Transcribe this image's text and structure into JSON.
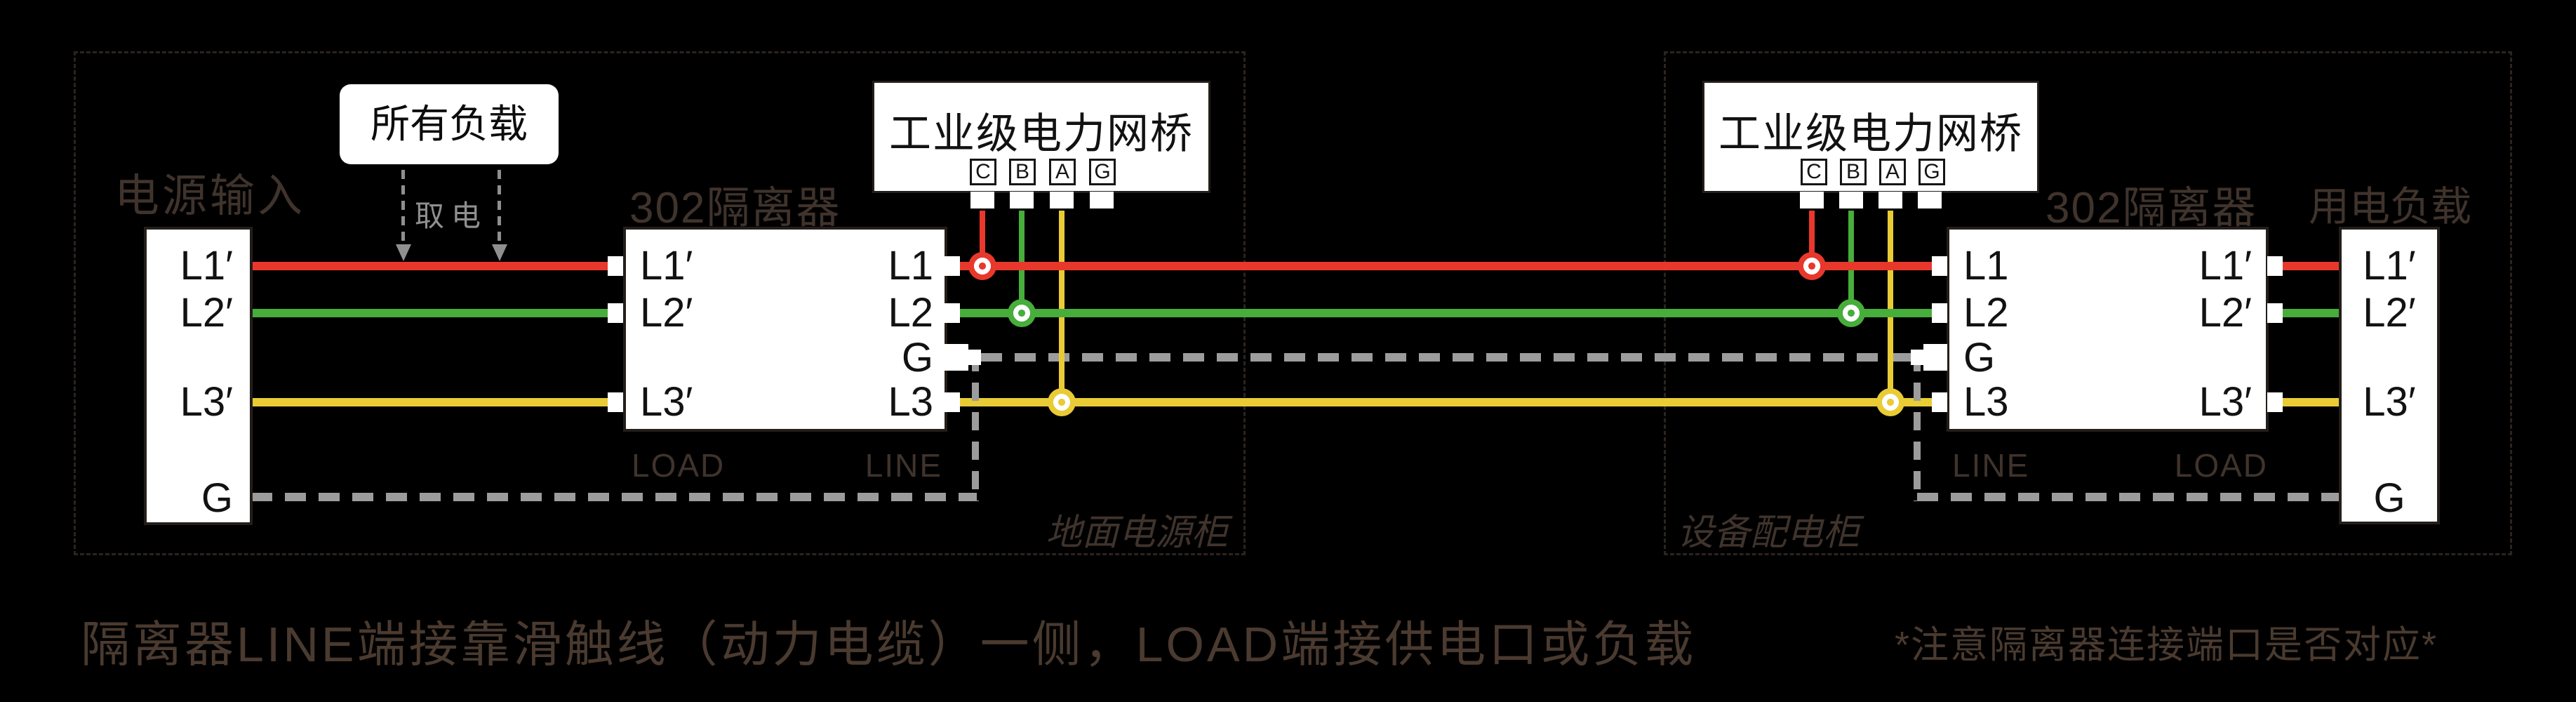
{
  "colors": {
    "wire_red": "#e8382c",
    "wire_green": "#47ad3b",
    "wire_yellow": "#e9cb35",
    "wire_gray": "#9c9c9c",
    "arrow_gray": "#8f8f8f",
    "label_dim": "#3f332c",
    "caption_color": "#4a3a2f",
    "cabinet_border": "#2b241f",
    "box_border": "#241e1b"
  },
  "cabinets": {
    "left_name": "地面电源柜",
    "right_name": "设备配电柜"
  },
  "labels": {
    "power_input": "电源输入",
    "all_loads": "所有负载",
    "take_power": "取电",
    "isolator_title": "302隔离器",
    "bridge_title": "工业级电力网桥",
    "power_load": "用电负载",
    "side_load": "LOAD",
    "side_line": "LINE"
  },
  "terminals": {
    "l1_prime": "L1′",
    "l2_prime": "L2′",
    "l3_prime": "L3′",
    "l1": "L1",
    "l2": "L2",
    "l3": "L3",
    "g": "G"
  },
  "bridge_ports": {
    "c": "C",
    "b": "B",
    "a": "A",
    "g": "G"
  },
  "captions": {
    "bottom": "隔离器LINE端接靠滑触线（动力电缆）一侧，LOAD端接供电口或负载",
    "note": "*注意隔离器连接端口是否对应*"
  }
}
